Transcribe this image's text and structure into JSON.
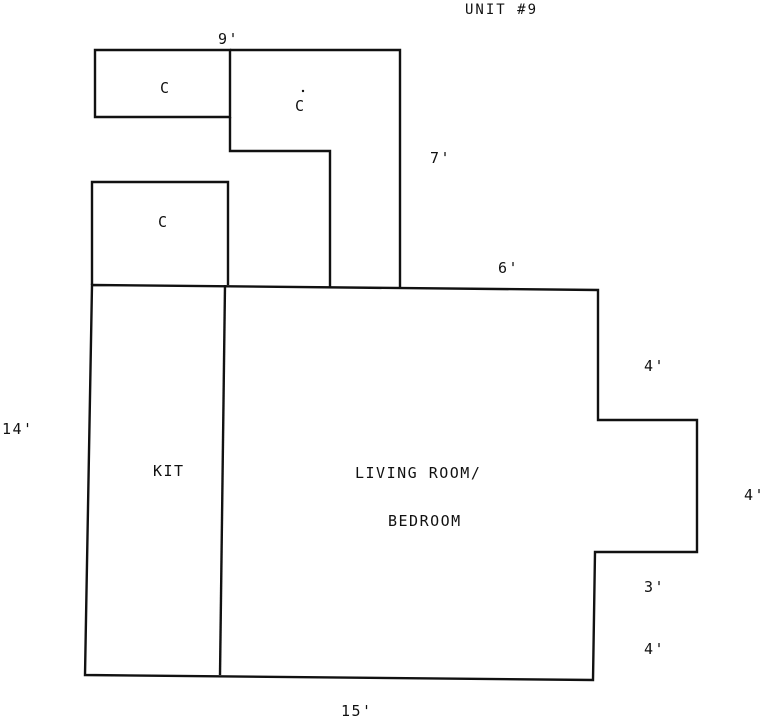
{
  "title": "UNIT #9",
  "rooms": {
    "closet_top_left": "C",
    "closet_top_right": "C",
    "closet_left": "C",
    "kitchen": "KIT",
    "living_line1": "LIVING ROOM/",
    "living_line2": "BEDROOM"
  },
  "dimensions": {
    "top": "9'",
    "upper_right": "7'",
    "mid_top": "6'",
    "left": "14'",
    "right_upper": "4'",
    "bump_right": "4'",
    "right_lower_a": "3'",
    "right_lower_b": "4'",
    "bottom": "15'"
  }
}
